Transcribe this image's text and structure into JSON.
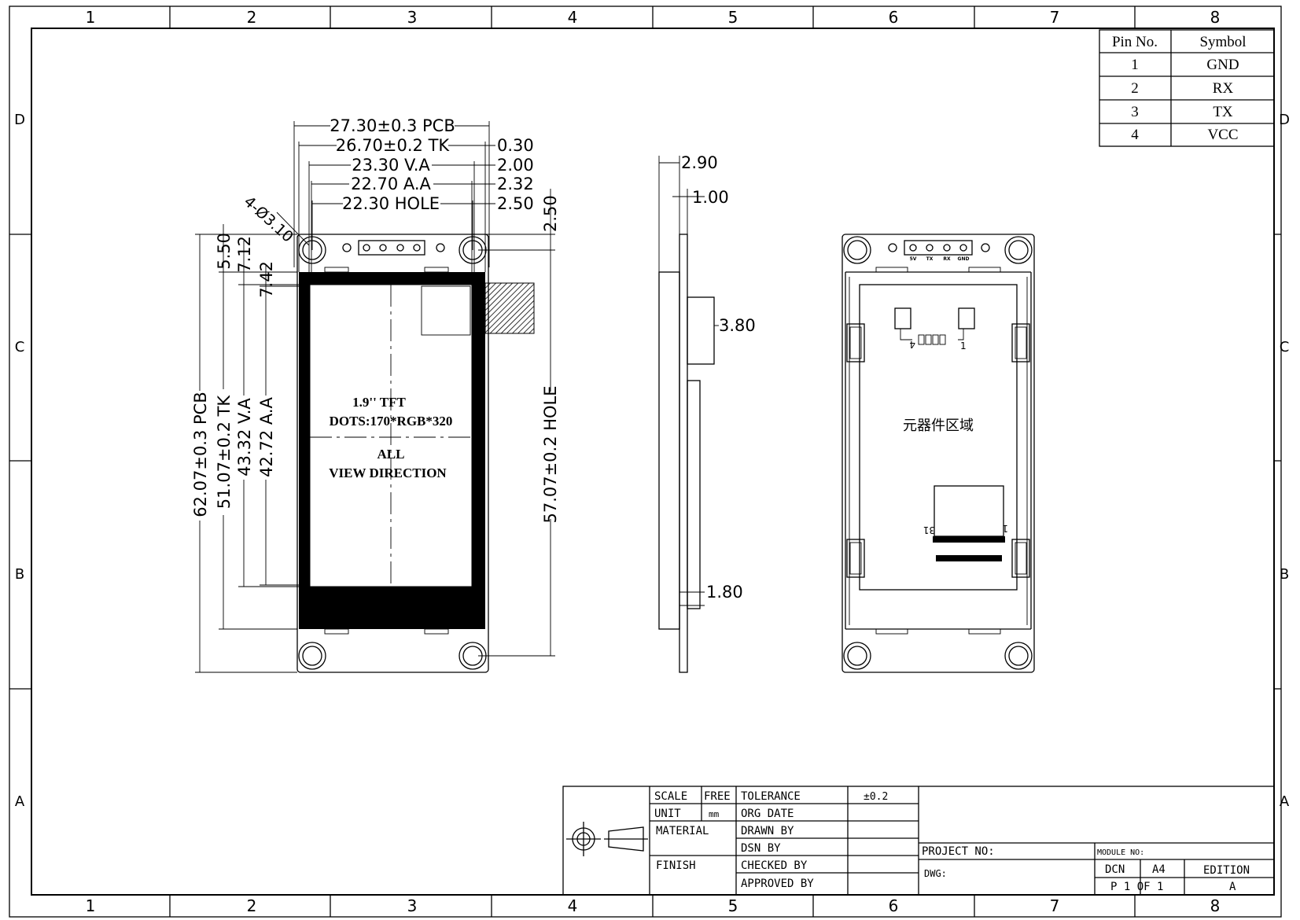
{
  "frame": {
    "columns": [
      "1",
      "2",
      "3",
      "4",
      "5",
      "6",
      "7",
      "8"
    ],
    "rows": [
      "D",
      "C",
      "B",
      "A"
    ]
  },
  "pin_table": {
    "headers": [
      "Pin No.",
      "Symbol"
    ],
    "rows": [
      {
        "pin": "1",
        "symbol": "GND"
      },
      {
        "pin": "2",
        "symbol": "RX"
      },
      {
        "pin": "3",
        "symbol": "TX"
      },
      {
        "pin": "4",
        "symbol": "VCC"
      }
    ]
  },
  "front_view": {
    "dim_top": [
      "27.30±0.3 PCB",
      "26.70±0.2 TK",
      "23.30 V.A",
      "22.70 A.A",
      "22.30 HOLE"
    ],
    "dim_right_top": [
      "0.30",
      "2.00",
      "2.32",
      "2.50"
    ],
    "dim_right_vertical_top": "2.50",
    "dim_right_vertical_hole": "57.07±0.2 HOLE",
    "dim_hole_callout": "4-Ø3.10",
    "dim_left_vertical": [
      "62.07±0.3 PCB",
      "51.07±0.2 TK",
      "43.32 V.A",
      "42.72 A.A"
    ],
    "dim_left_offsets": [
      "5.50",
      "7.12",
      "7.42"
    ],
    "screen_title": "1.9'' TFT",
    "screen_dots": "DOTS:170*RGB*320",
    "screen_view_1": "ALL",
    "screen_view_2": "VIEW DIRECTION"
  },
  "side_view": {
    "dims": [
      "2.90",
      "1.00",
      "3.80",
      "1.80"
    ]
  },
  "back_view": {
    "pin_labels": [
      "5V",
      "TX",
      "RX",
      "GND"
    ],
    "connector_left": "4",
    "connector_right": "1",
    "fpc_left": "31",
    "fpc_right": "1",
    "component_area": "元器件区域"
  },
  "title_block": {
    "scale_label": "SCALE",
    "scale_value": "FREE",
    "unit_label": "UNIT",
    "unit_value": "mm",
    "material_label": "MATERIAL",
    "finish_label": "FINISH",
    "tolerance_label": "TOLERANCE",
    "tolerance_value": "±0.2",
    "org_date_label": "ORG DATE",
    "drawn_by_label": "DRAWN BY",
    "dsn_by_label": "DSN BY",
    "checked_by_label": "CHECKED BY",
    "approved_by_label": "APPROVED BY",
    "project_no_label": "PROJECT NO:",
    "dwg_label": "DWG:",
    "module_no_label": "MODULE NO:",
    "dcn_label": "DCN",
    "size_value": "A4",
    "edition_label": "EDITION",
    "sheet_value": "P 1 OF 1",
    "edition_value": "A"
  }
}
